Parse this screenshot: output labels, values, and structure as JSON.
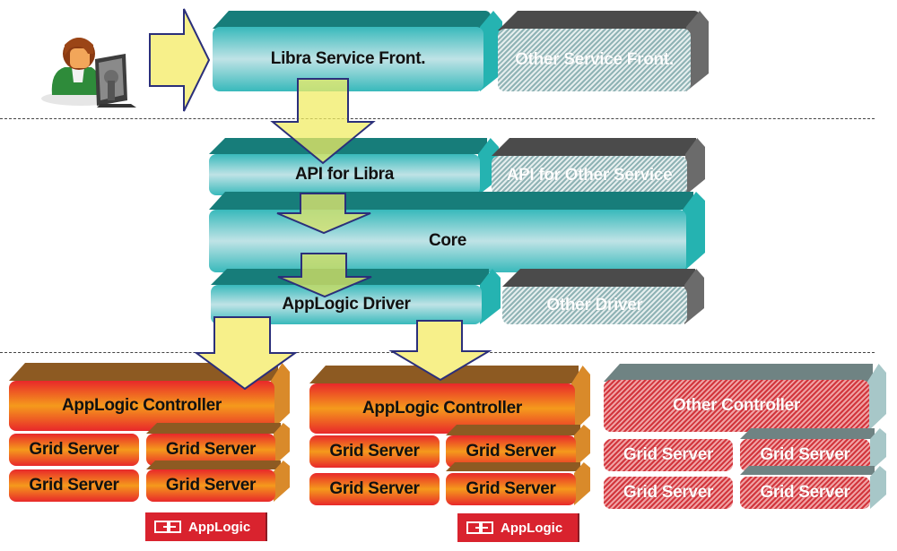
{
  "diagram": {
    "user_icon": "user-at-computer-icon",
    "tiers": {
      "front": {
        "libra": "Libra Service Front.",
        "other": "Other Service Front."
      },
      "middle": {
        "api_libra": "API for Libra",
        "api_other": "API for Other Service",
        "core": "Core",
        "driver_applogic": "AppLogic Driver",
        "driver_other": "Other Driver"
      },
      "backend": [
        {
          "controller": "AppLogic Controller",
          "servers": [
            "Grid Server",
            "Grid Server",
            "Grid Server",
            "Grid Server"
          ],
          "badge": "AppLogic"
        },
        {
          "controller": "AppLogic Controller",
          "servers": [
            "Grid Server",
            "Grid Server",
            "Grid Server",
            "Grid Server"
          ],
          "badge": "AppLogic"
        },
        {
          "controller": "Other Controller",
          "servers": [
            "Grid Server",
            "Grid Server",
            "Grid Server",
            "Grid Server"
          ]
        }
      ]
    },
    "colors": {
      "teal": "#38b9bb",
      "gray_hatch": "#8fb3b5",
      "orange": "#f59a1c",
      "red": "#e8282a",
      "arrow_fill": "#f7f08a",
      "arrow_stroke": "#2b2f7a",
      "badge": "#d9232e"
    }
  }
}
